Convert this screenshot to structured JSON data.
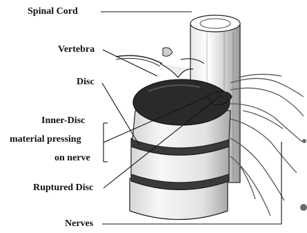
{
  "diagram": {
    "labels": {
      "spinal_cord": "Spinal Cord",
      "vertebra": "Vertebra",
      "disc": "Disc",
      "inner_disc_line1": "Inner-Disc",
      "inner_disc_line2": "material pressing",
      "inner_disc_line3": "on nerve",
      "ruptured_disc": "Ruptured Disc",
      "nerves": "Nerves"
    },
    "colors": {
      "ink": "#111111",
      "disc_dark": "#2a2a2a",
      "bone": "#f2f2f2",
      "shade": "#bdbdbd"
    }
  }
}
